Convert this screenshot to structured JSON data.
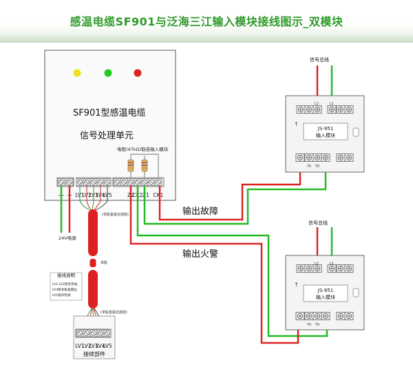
{
  "title": "感温电缆SF901与泛海三江输入模块接线图示_双模块",
  "processor": {
    "line1": "SF901型感温电缆",
    "line2": "信号处理单元",
    "resistor_note": "电阻(47kΩ)取自输入模块",
    "terminals_left": [
      "—",
      "+"
    ],
    "terminals_mid": [
      "LV1",
      "LV2",
      "LV3",
      "LV4",
      "LV5"
    ],
    "terminals_right": [
      "Z2",
      "CK2",
      "Z1",
      "CK1"
    ],
    "leds": [
      "#f0e020",
      "#22cc22",
      "#dd2222"
    ]
  },
  "power_label": "24V电源",
  "cable_labels": {
    "sheath_top": "(单股金属丝剥削)",
    "mid": "单股",
    "sheath_bottom": "(单股金属丝剥削)"
  },
  "wiring_note": {
    "title": "接线说明",
    "line1": "LV1-LV2接合色线,",
    "line2": "LV4接多股金属丝,",
    "line3": "LV5接白色线"
  },
  "connector": {
    "terminals": [
      "LV1",
      "LV2",
      "LV3",
      "LV4",
      "LV5"
    ],
    "label": "接续部件"
  },
  "outputs": {
    "fault": "输出故障",
    "fire": "输出火警"
  },
  "modules": [
    {
      "bus_label": "信号总线",
      "model": "JS-951",
      "name": "输入模块",
      "top_labels": [
        "L2",
        "L1"
      ],
      "bottom_labels": [
        "T0",
        "T0"
      ]
    },
    {
      "bus_label": "信号总线",
      "model": "JS-951",
      "name": "输入模块",
      "top_labels": [
        "L2",
        "L1"
      ],
      "bottom_labels": [
        "T0",
        "T0"
      ]
    }
  ],
  "colors": {
    "red": "#dd2222",
    "green": "#22bb22",
    "title": "#2f9a2a"
  }
}
